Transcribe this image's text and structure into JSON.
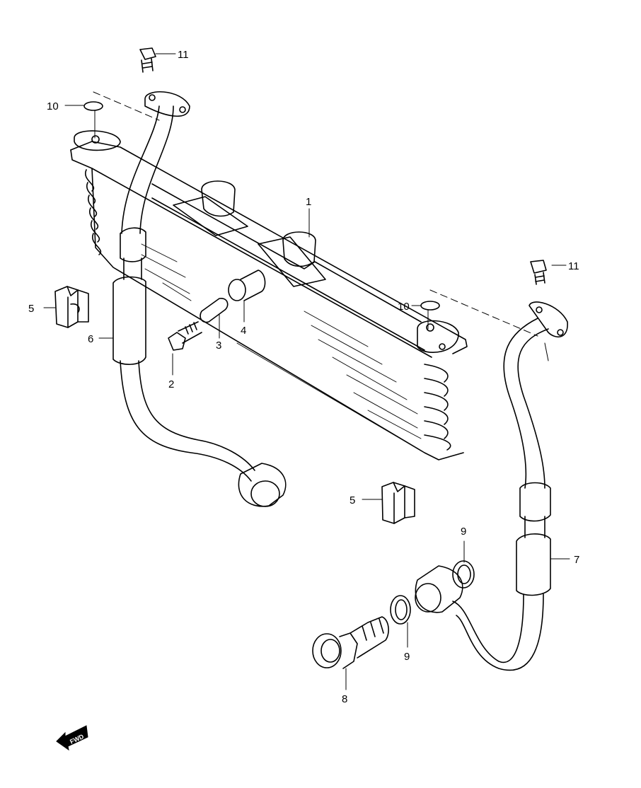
{
  "diagram": {
    "callouts": [
      {
        "id": "11a",
        "text": "11"
      },
      {
        "id": "10a",
        "text": "10"
      },
      {
        "id": "1",
        "text": "1"
      },
      {
        "id": "11b",
        "text": "11"
      },
      {
        "id": "10b",
        "text": "10"
      },
      {
        "id": "5a",
        "text": "5"
      },
      {
        "id": "6",
        "text": "6"
      },
      {
        "id": "2",
        "text": "2"
      },
      {
        "id": "3",
        "text": "3"
      },
      {
        "id": "4",
        "text": "4"
      },
      {
        "id": "5b",
        "text": "5"
      },
      {
        "id": "9a",
        "text": "9"
      },
      {
        "id": "7",
        "text": "7"
      },
      {
        "id": "9b",
        "text": "9"
      },
      {
        "id": "8",
        "text": "8"
      }
    ],
    "fwd_badge": "FWD"
  },
  "colors": {
    "line": "#000000",
    "background": "#ffffff"
  }
}
